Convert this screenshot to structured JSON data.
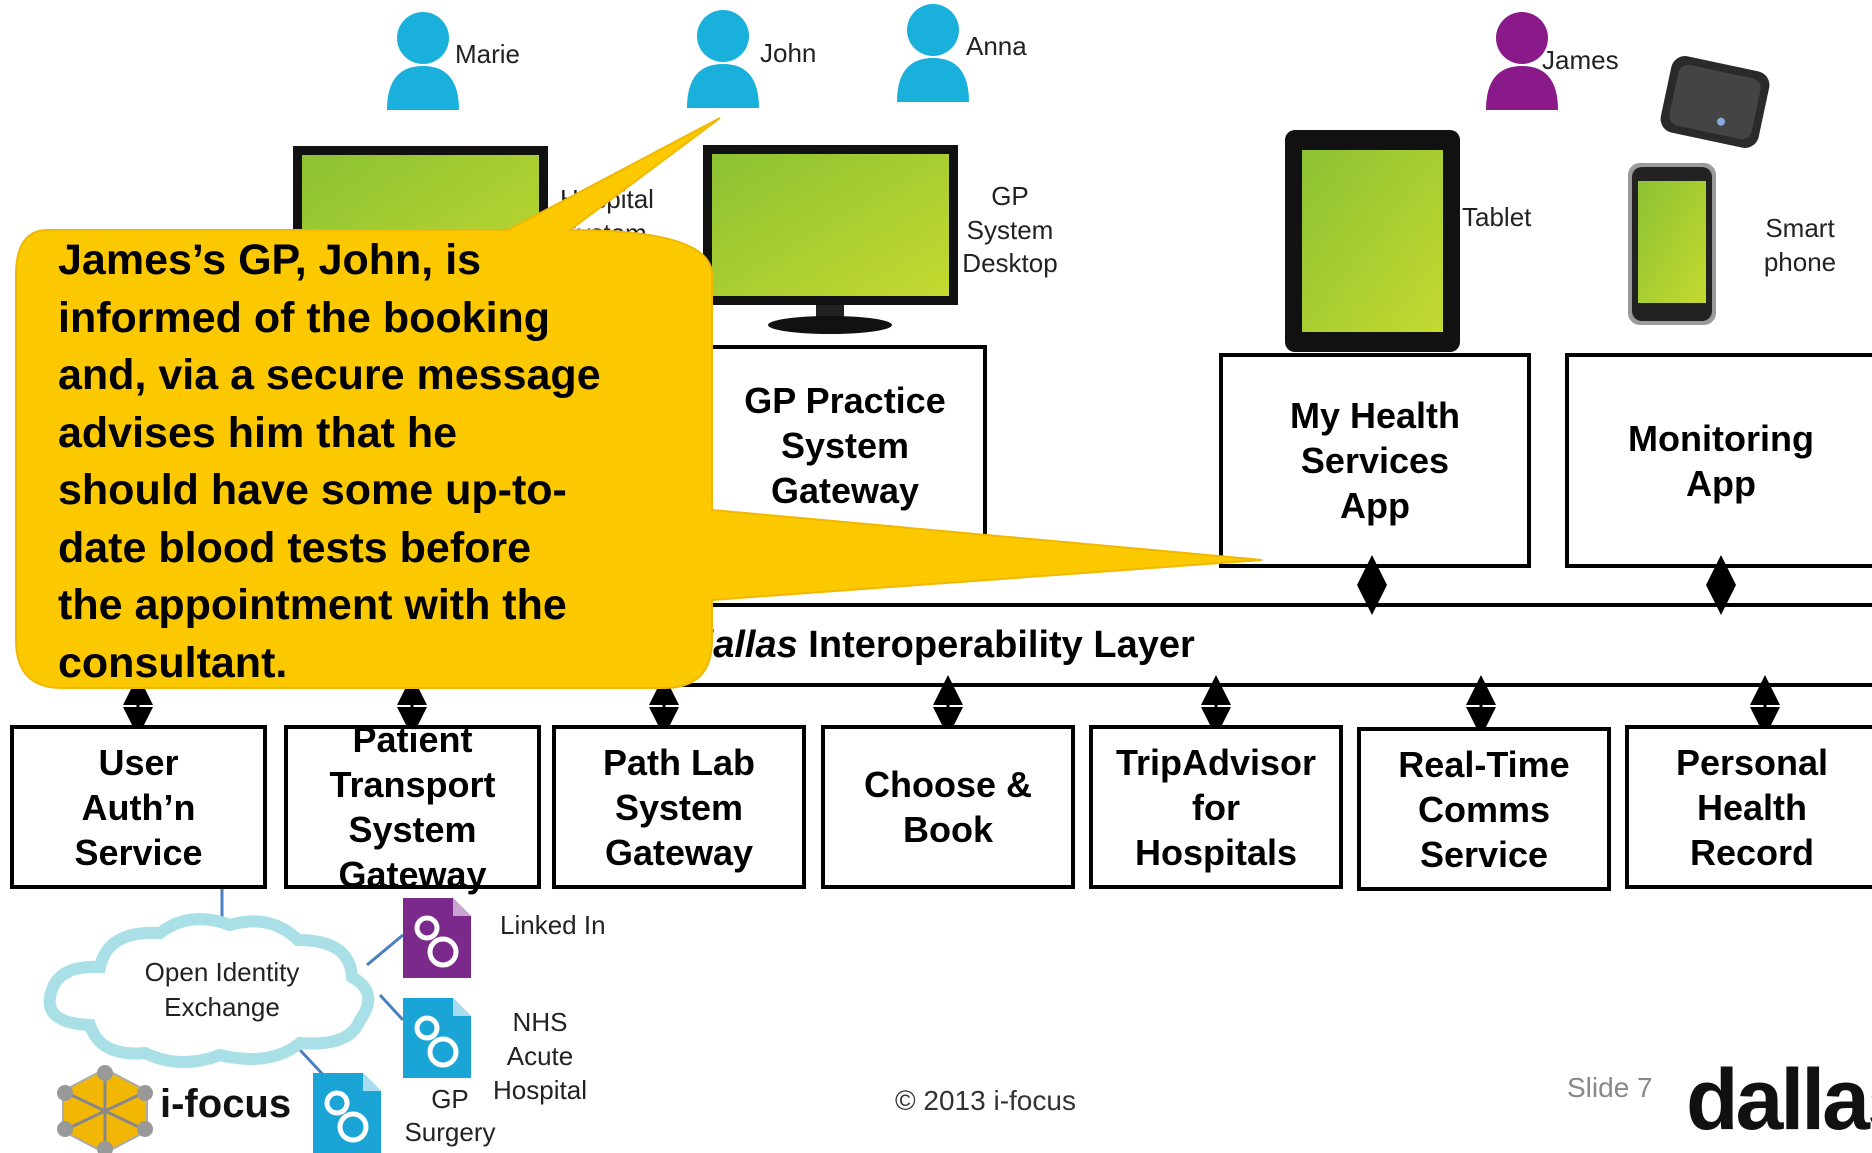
{
  "people": {
    "marie": "Marie",
    "john": "John",
    "anna": "Anna",
    "james": "James"
  },
  "devices": {
    "hospital_system": "Hospital System",
    "gp_desktop": [
      "GP",
      "System",
      "Desktop"
    ],
    "tablet": "Tablet",
    "smartphone": [
      "Smart",
      "phone"
    ]
  },
  "gateways": {
    "gp_practice": [
      "GP Practice",
      "System",
      "Gateway"
    ],
    "my_health": [
      "My Health",
      "Services",
      "App"
    ],
    "monitoring": [
      "Monitoring",
      "App"
    ]
  },
  "layer": {
    "brand": "dallas",
    "title": "Interoperability Layer"
  },
  "services": [
    [
      "User",
      "Auth’n",
      "Service"
    ],
    [
      "Patient",
      "Transport",
      "System",
      "Gateway"
    ],
    [
      "Path Lab",
      "System",
      "Gateway"
    ],
    [
      "Choose &",
      "Book"
    ],
    [
      "TripAdvisor",
      "for",
      "Hospitals"
    ],
    [
      "Real-Time",
      "Comms",
      "Service"
    ],
    [
      "Personal",
      "Health",
      "Record"
    ]
  ],
  "cloud": {
    "label": [
      "Open Identity",
      "Exchange"
    ]
  },
  "apps": {
    "linked_in": "Linked In",
    "nhs_acute": [
      "NHS",
      "Acute",
      "Hospital"
    ],
    "gp_surgery": [
      "GP",
      "Surgery"
    ]
  },
  "callout": {
    "lines": [
      "James’s GP, John, is",
      "informed of the booking",
      "and, via a secure message",
      "advises him that he",
      "should have some up-to-",
      "date blood tests before",
      "the appointment with the",
      "consultant."
    ]
  },
  "footer": {
    "brand": "i-focus",
    "copyright": "© 2013 i-focus",
    "slide": "Slide 7",
    "logo": "dallas"
  },
  "colors": {
    "person_blue": "#1ab0dc",
    "person_purple": "#8a1a8a",
    "callout_yellow": "#fcc800",
    "screen_green": "#9cc83a",
    "app_blue": "#1aa5d6",
    "app_purple": "#7b2a8c"
  }
}
